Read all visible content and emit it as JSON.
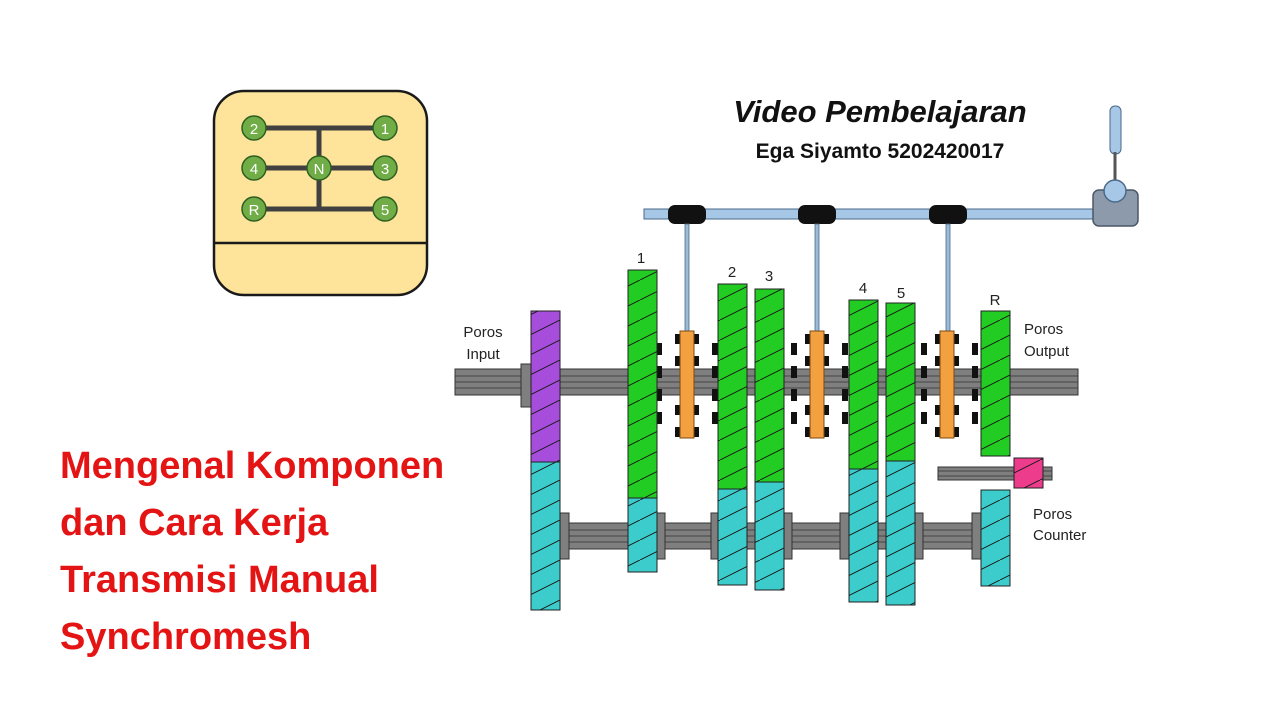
{
  "header": {
    "title": "Video Pembelajaran",
    "author": "Ega Siyamto 5202420017"
  },
  "headline": {
    "lines": [
      "Mengenal Komponen",
      "dan Cara Kerja",
      "Transmisi Manual",
      "Synchromesh"
    ]
  },
  "shift_pattern": {
    "positions": [
      "2",
      "1",
      "4",
      "N",
      "3",
      "R",
      "5"
    ]
  },
  "gearbox": {
    "gear_labels": [
      "1",
      "2",
      "3",
      "4",
      "5",
      "R"
    ],
    "shaft_labels": {
      "input": [
        "Poros",
        "Input"
      ],
      "output": [
        "Poros",
        "Output"
      ],
      "counter": [
        "Poros",
        "Counter"
      ]
    }
  },
  "colors": {
    "drive_gear": "#22cc22",
    "counter_gear": "#3ccccc",
    "input_gear": "#a64ddc",
    "reverse_idler": "#ee3c8c",
    "synchro_sleeve": "#f2a040",
    "shift_rod": "#a7c7e7",
    "shaft": "#7f7f7f",
    "shifter_panel": "#fde49a",
    "knob_green": "#70ad47",
    "headline": "#e41414"
  }
}
